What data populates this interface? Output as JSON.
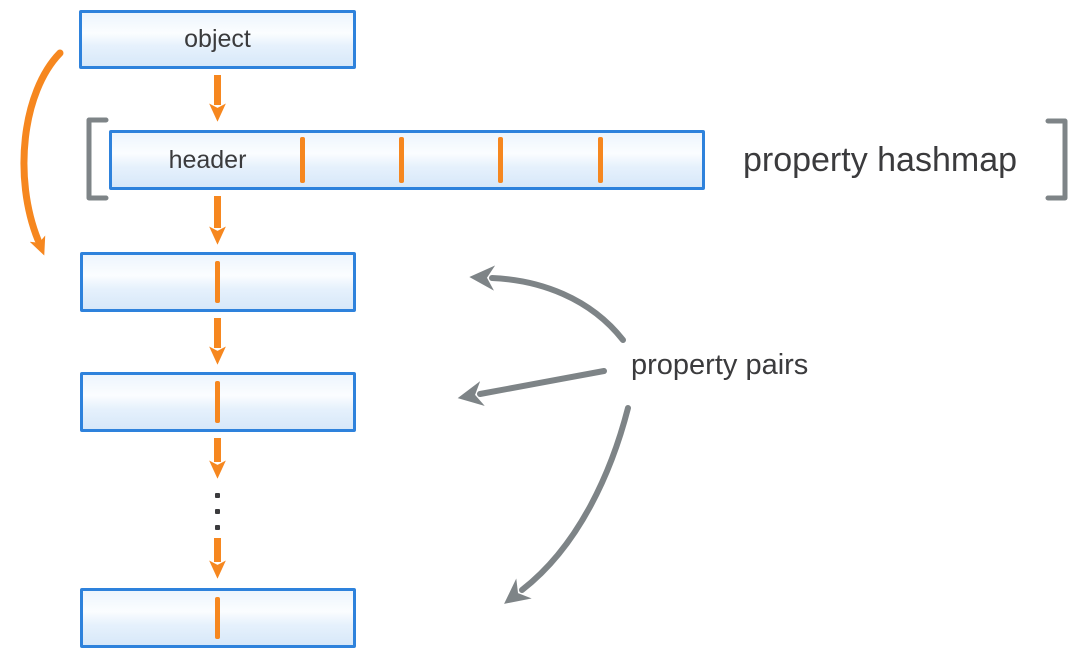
{
  "labels": {
    "object_box": "object",
    "header_cell": "header",
    "hashmap": "property hashmap",
    "property_pairs": "property pairs"
  },
  "structure": {
    "header_tick_count": 4,
    "property_pair_box_count": 3,
    "ellipsis_dot_count": 3
  },
  "colors": {
    "accent_orange": "#F6871F",
    "box_border_blue": "#2E82DC",
    "box_fill_top": "#EDF5FD",
    "box_fill_bottom": "#D7E8F9",
    "arrow_gray": "#7E8487",
    "text_dark": "#3B3B3D"
  }
}
